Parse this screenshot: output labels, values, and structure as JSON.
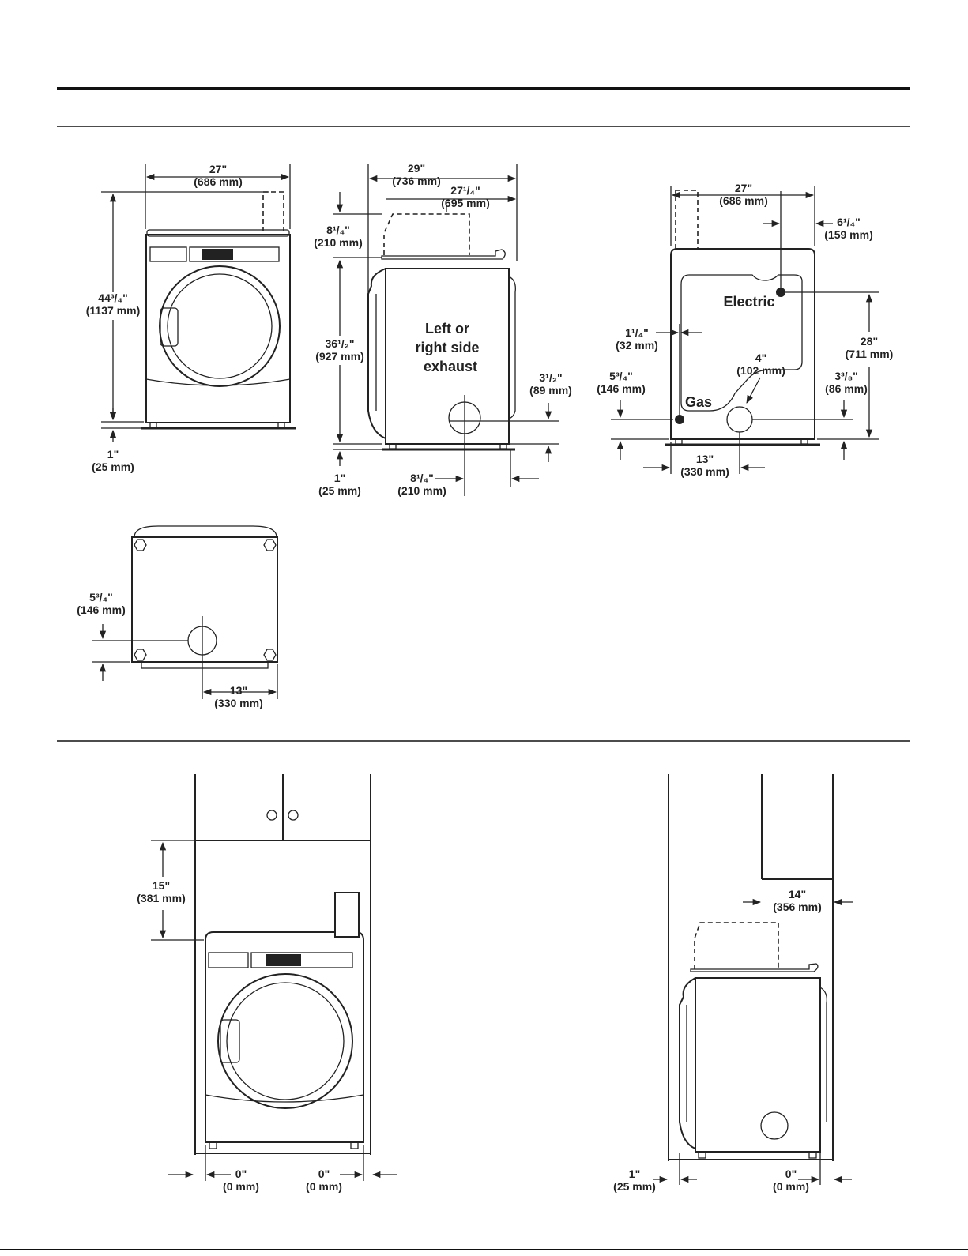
{
  "front_view": {
    "width": "27\"",
    "width_mm": "(686 mm)",
    "height": "44³/₄\"",
    "height_mm": "(1137 mm)",
    "foot": "1\"",
    "foot_mm": "(25 mm)"
  },
  "side_view": {
    "depth": "29\"",
    "depth_mm": "(736 mm)",
    "depth2": "27¹/₄\"",
    "depth2_mm": "(695 mm)",
    "lid": "8¹/₄\"",
    "lid_mm": "(210 mm)",
    "body_height": "36¹/₂\"",
    "body_height_mm": "(927 mm)",
    "exhaust_line1": "Left or",
    "exhaust_line2": "right side",
    "exhaust_line3": "exhaust",
    "exhaust_height": "3¹/₂\"",
    "exhaust_height_mm": "(89 mm)",
    "foot": "1\"",
    "foot_mm": "(25 mm)",
    "exhaust_back": "8¹/₄\"",
    "exhaust_back_mm": "(210 mm)"
  },
  "rear_view": {
    "width": "27\"",
    "width_mm": "(686 mm)",
    "electric_offset": "6¹/₄\"",
    "electric_offset_mm": "(159 mm)",
    "electric_label": "Electric",
    "electric_height": "28\"",
    "electric_height_mm": "(711 mm)",
    "gas_offset": "1¹/₄\"",
    "gas_offset_mm": "(32 mm)",
    "exhaust_dia": "4\"",
    "exhaust_dia_mm": "(102 mm)",
    "gas_height": "5³/₄\"",
    "gas_height_mm": "(146 mm)",
    "gas_label": "Gas",
    "exhaust_height": "3³/₈\"",
    "exhaust_height_mm": "(86 mm)",
    "exhaust_center": "13\"",
    "exhaust_center_mm": "(330 mm)"
  },
  "bottom_view": {
    "exhaust_height": "5³/₄\"",
    "exhaust_height_mm": "(146 mm)",
    "exhaust_center": "13\"",
    "exhaust_center_mm": "(330 mm)"
  },
  "closet_front": {
    "top_clearance": "15\"",
    "top_clearance_mm": "(381 mm)",
    "left_clearance": "0\"",
    "left_clearance_mm": "(0 mm)",
    "right_clearance": "0\"",
    "right_clearance_mm": "(0 mm)"
  },
  "closet_side": {
    "shelf": "14\"",
    "shelf_mm": "(356 mm)",
    "rear_clearance": "1\"",
    "rear_clearance_mm": "(25 mm)",
    "front_clearance": "0\"",
    "front_clearance_mm": "(0 mm)"
  }
}
